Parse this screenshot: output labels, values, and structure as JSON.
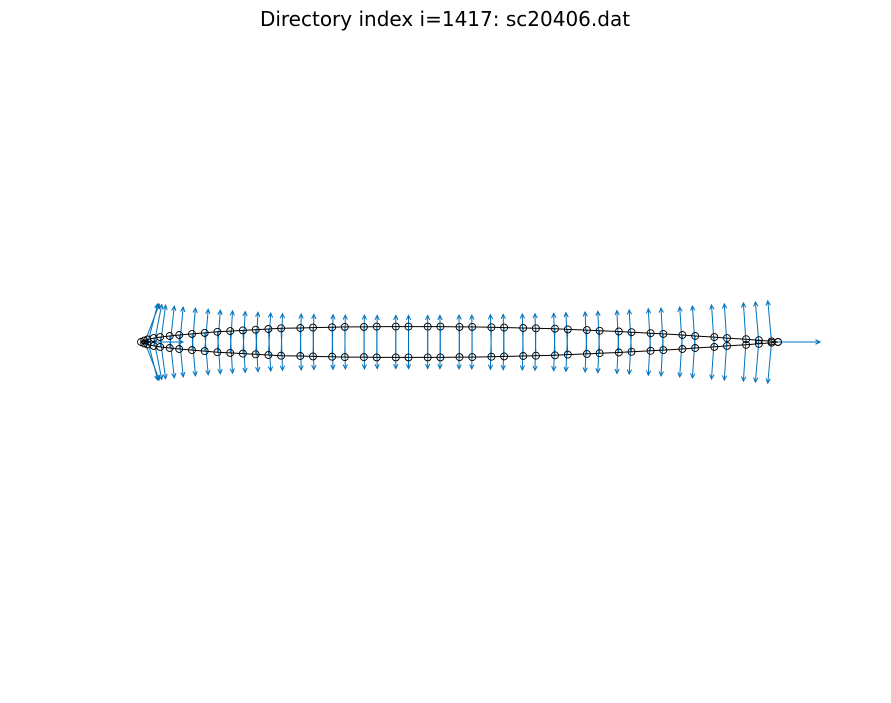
{
  "chart_data": {
    "type": "scatter",
    "title": "Directory index i=1417: sc20406.dat",
    "xlabel": "",
    "ylabel": "",
    "axes_visible": false,
    "aspect": "equal",
    "grid": false,
    "legend": "none",
    "series": [
      {
        "kind": "points",
        "marker": "open-circle",
        "color": "#000000",
        "x": [
          1.0,
          0.99,
          0.97,
          0.95,
          0.92,
          0.9,
          0.87,
          0.85,
          0.82,
          0.8,
          0.77,
          0.75,
          0.72,
          0.7,
          0.67,
          0.65,
          0.62,
          0.6,
          0.57,
          0.55,
          0.52,
          0.5,
          0.47,
          0.45,
          0.42,
          0.4,
          0.37,
          0.35,
          0.32,
          0.3,
          0.27,
          0.25,
          0.22,
          0.2,
          0.18,
          0.16,
          0.14,
          0.12,
          0.1,
          0.08,
          0.06,
          0.045,
          0.03,
          0.02,
          0.01,
          0.005,
          0.0,
          0.005,
          0.01,
          0.02,
          0.03,
          0.045,
          0.06,
          0.08,
          0.1,
          0.12,
          0.14,
          0.16,
          0.18,
          0.2,
          0.22,
          0.25,
          0.27,
          0.3,
          0.32,
          0.35,
          0.37,
          0.4,
          0.42,
          0.45,
          0.47,
          0.5,
          0.52,
          0.55,
          0.57,
          0.6,
          0.62,
          0.65,
          0.67,
          0.7,
          0.72,
          0.75,
          0.77,
          0.8,
          0.82,
          0.85,
          0.87,
          0.9,
          0.92,
          0.95,
          0.97,
          0.99,
          1.0
        ],
        "y": [
          0.0,
          0.002,
          0.005,
          0.008,
          0.011,
          0.014,
          0.017,
          0.02,
          0.023,
          0.025,
          0.028,
          0.03,
          0.032,
          0.034,
          0.036,
          0.038,
          0.039,
          0.04,
          0.041,
          0.042,
          0.043,
          0.043,
          0.044,
          0.044,
          0.044,
          0.044,
          0.044,
          0.043,
          0.043,
          0.042,
          0.041,
          0.04,
          0.039,
          0.037,
          0.035,
          0.033,
          0.031,
          0.029,
          0.026,
          0.023,
          0.02,
          0.017,
          0.014,
          0.011,
          0.007,
          0.004,
          0.0,
          -0.004,
          -0.007,
          -0.011,
          -0.014,
          -0.017,
          -0.02,
          -0.023,
          -0.026,
          -0.029,
          -0.031,
          -0.033,
          -0.035,
          -0.037,
          -0.039,
          -0.04,
          -0.041,
          -0.042,
          -0.043,
          -0.043,
          -0.044,
          -0.044,
          -0.044,
          -0.044,
          -0.044,
          -0.043,
          -0.043,
          -0.042,
          -0.041,
          -0.04,
          -0.039,
          -0.038,
          -0.036,
          -0.034,
          -0.032,
          -0.03,
          -0.028,
          -0.025,
          -0.023,
          -0.02,
          -0.017,
          -0.014,
          -0.011,
          -0.008,
          -0.005,
          -0.002,
          0.0
        ]
      },
      {
        "kind": "normal-vectors",
        "marker": "arrow",
        "color": "#0072BD"
      }
    ]
  }
}
